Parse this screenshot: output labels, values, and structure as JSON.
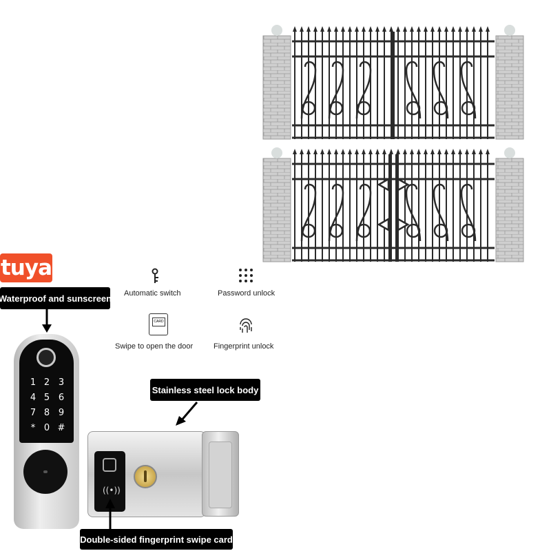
{
  "brand": {
    "logo_text": "tuya",
    "logo_color": "#f0502a"
  },
  "callouts": {
    "waterproof": "Waterproof and sunscreen",
    "lock_body": "Stainless steel lock body",
    "double_sided": "Double-sided fingerprint swipe card"
  },
  "features": {
    "automatic_switch": "Automatic switch",
    "password_unlock": "Password unlock",
    "swipe_card": "Swipe to open the door",
    "fingerprint_unlock": "Fingerprint unlock"
  },
  "keypad": {
    "keys": [
      "1",
      "2",
      "3",
      "4",
      "5",
      "6",
      "7",
      "8",
      "9",
      "*",
      "0",
      "#"
    ]
  },
  "lock_card_icon_label": "CARD",
  "colors": {
    "callout_bg": "#000000",
    "gate_iron": "#2a2a2a",
    "pillar": "#c8c8c8"
  }
}
